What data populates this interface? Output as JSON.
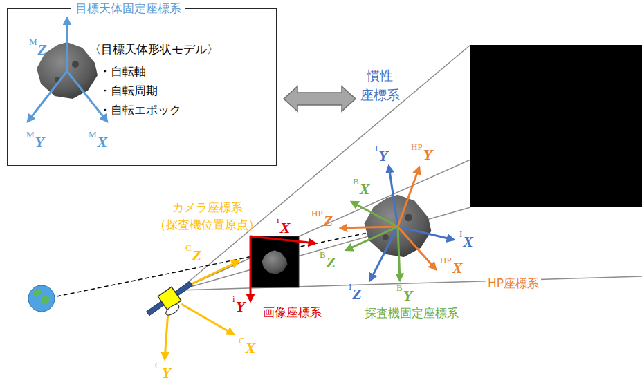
{
  "diagram": {
    "nodes": [
      {
        "text": [
          "目標天体固定座標系",
          "〈目標天体形状モデル〉",
          "・自転軸",
          "・自転周期",
          "・自転エポック"
        ]
      }
    ],
    "labels": [
      "M",
      "Z",
      "M",
      "Y",
      "M",
      "X",
      "慣性 座標系",
      "i",
      "X",
      "i",
      "Y",
      "画像座標系",
      "カメラ座標系 （探査機位置原点）",
      "C",
      "Z",
      "C",
      "X",
      "C",
      "Y",
      "I",
      "Y",
      "HP",
      "Y",
      "B",
      "X",
      "HP",
      "Z",
      "I",
      "X",
      "B",
      "Z",
      "HP",
      "X",
      "I",
      "Z",
      "B",
      "Y",
      "HP座標系",
      "探査機固定座標系"
    ]
  }
}
